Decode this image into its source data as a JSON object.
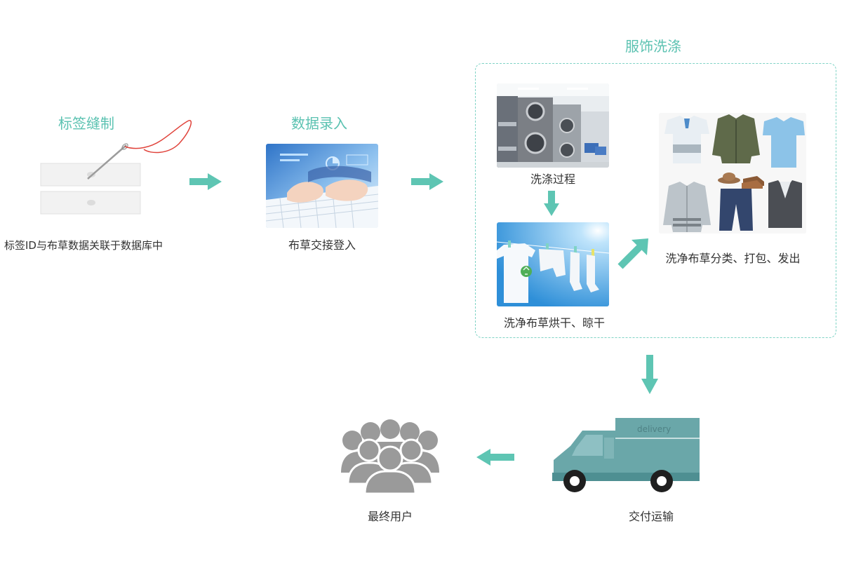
{
  "stages": {
    "sewing": {
      "title": "标签缝制",
      "caption": "标签ID与布草数据关联于数据库中"
    },
    "entry": {
      "title": "数据录入",
      "caption": "布草交接登入"
    },
    "laundry": {
      "title": "服饰洗涤",
      "washing_caption": "洗涤过程",
      "drying_caption": "洗净布草烘干、晾干",
      "sorting_caption": "洗净布草分类、打包、发出"
    },
    "transport": {
      "caption": "交付运输",
      "truck_label": "delivery"
    },
    "end_user": {
      "caption": "最终用户"
    }
  },
  "colors": {
    "accent": "#5bc2b1",
    "arrow": "#5ec5b3",
    "truck": "#6aa7a9",
    "people": "#9a9a9a"
  }
}
